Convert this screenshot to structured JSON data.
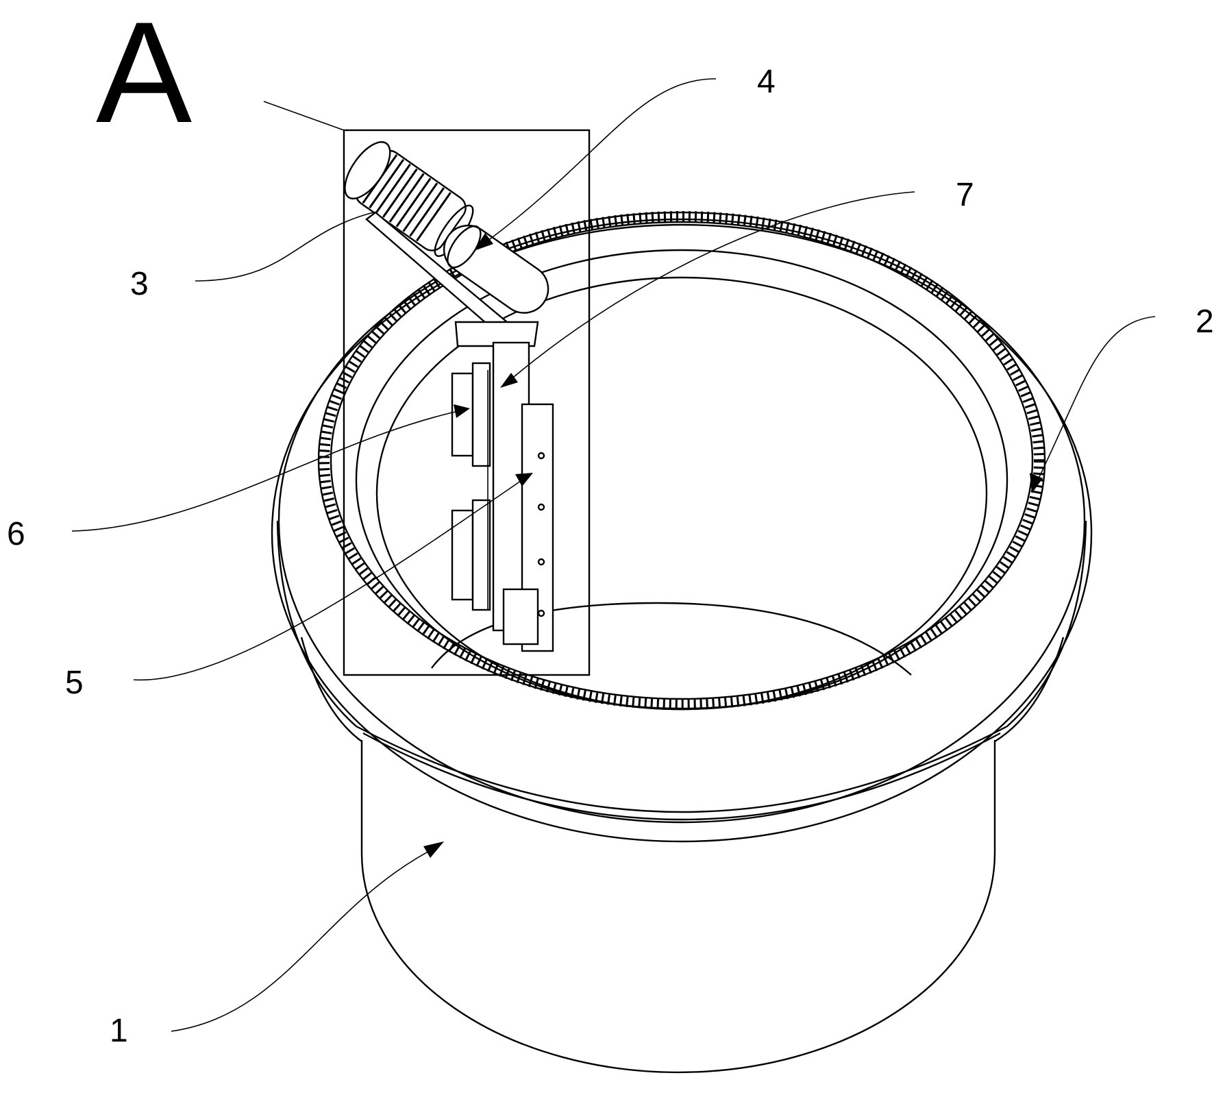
{
  "figure": {
    "detail_marker": "A",
    "reference_numerals": [
      {
        "id": "1",
        "text": "1",
        "part": "container-body"
      },
      {
        "id": "2",
        "text": "2",
        "part": "ring-gear"
      },
      {
        "id": "3",
        "text": "3",
        "part": "motor"
      },
      {
        "id": "4",
        "text": "4",
        "part": "gearbox"
      },
      {
        "id": "5",
        "text": "5",
        "part": "mounting-plate"
      },
      {
        "id": "6",
        "text": "6",
        "part": "guide-block"
      },
      {
        "id": "7",
        "text": "7",
        "part": "rail"
      }
    ]
  }
}
